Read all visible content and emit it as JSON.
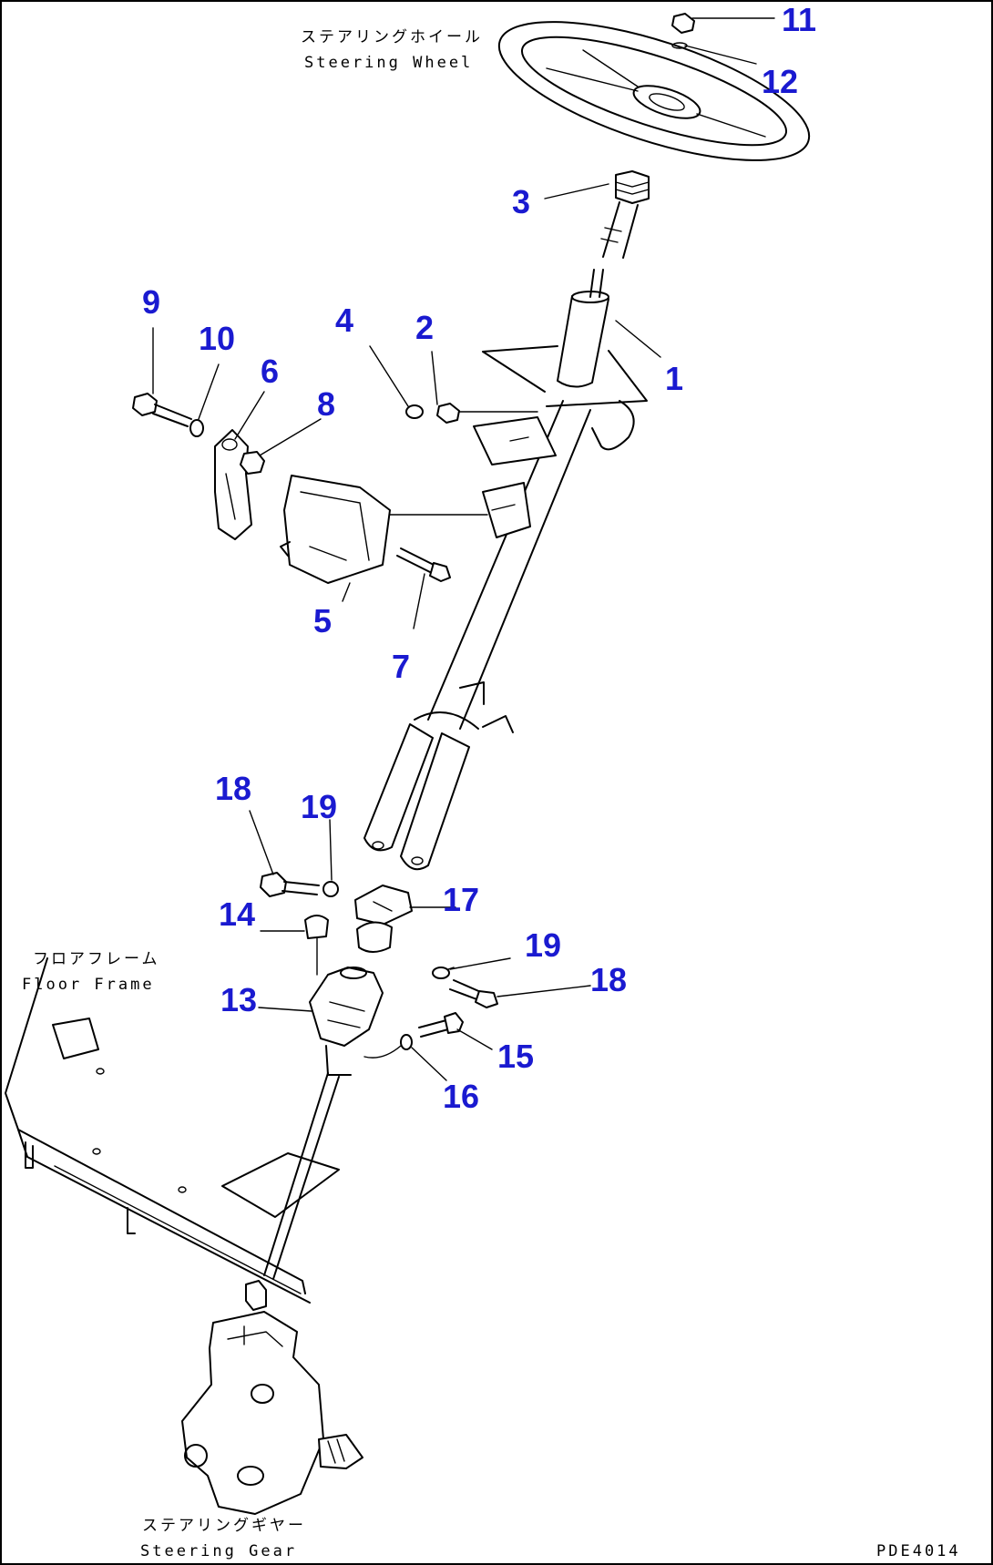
{
  "labels": {
    "steering_wheel_jp": "ステアリングホイール",
    "steering_wheel_en": "Steering Wheel",
    "floor_frame_jp": "フロアフレーム",
    "floor_frame_en": "Floor Frame",
    "steering_gear_jp": "ステアリングギヤー",
    "steering_gear_en": "Steering Gear",
    "drawing_code": "PDE4014"
  },
  "callouts": [
    "1",
    "2",
    "3",
    "4",
    "5",
    "6",
    "7",
    "8",
    "9",
    "10",
    "11",
    "12",
    "13",
    "14",
    "15",
    "16",
    "17",
    "18",
    "19",
    "18",
    "19"
  ],
  "colors": {
    "callout": "#1a1ad0",
    "line": "#000000",
    "background": "#ffffff"
  }
}
